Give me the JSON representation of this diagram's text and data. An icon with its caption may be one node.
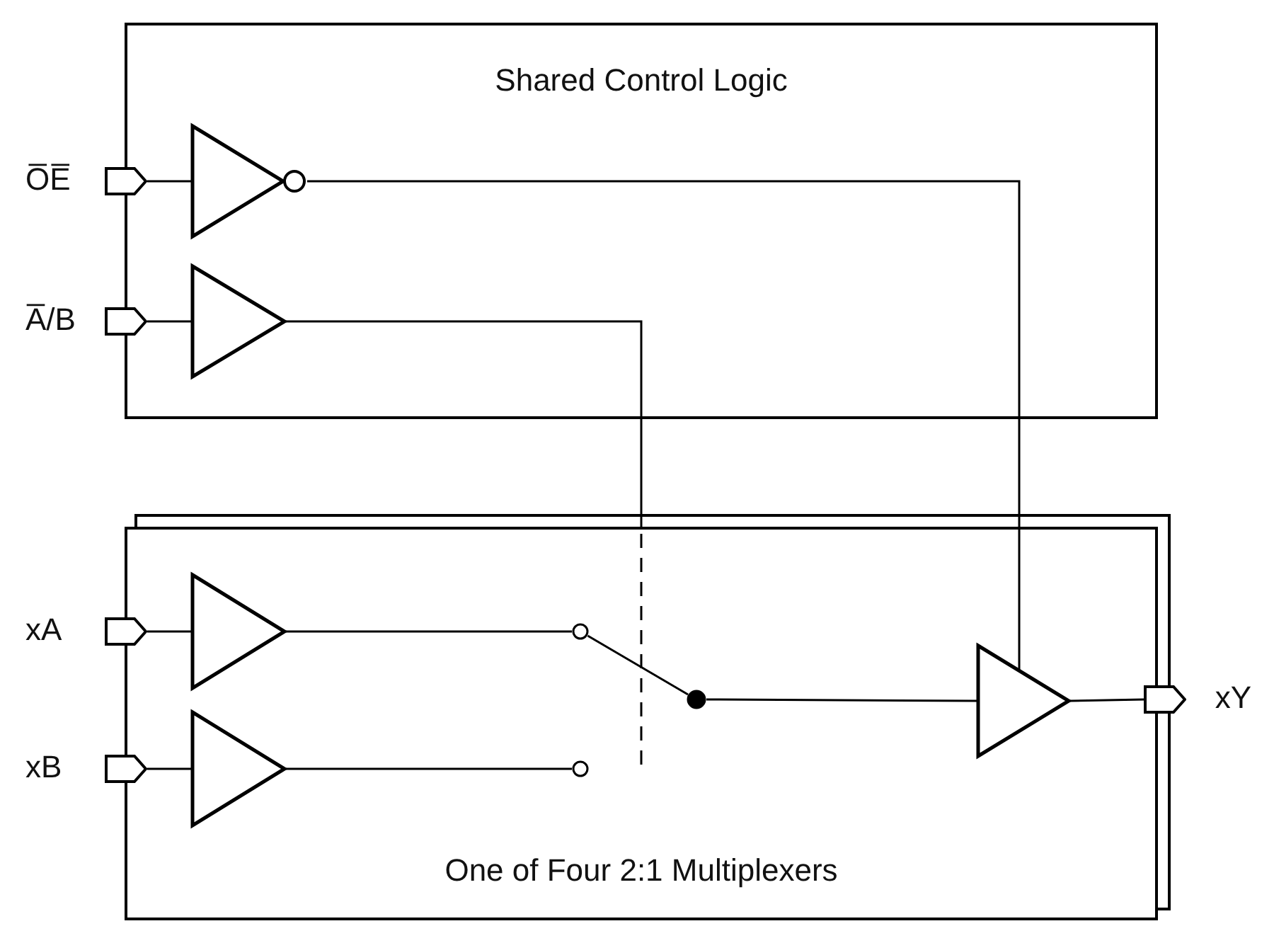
{
  "diagram": {
    "nodes": [
      {
        "text": [
          "Shared Control Logic"
        ]
      },
      {
        "text": [
          "O̅E̅"
        ]
      },
      {
        "text": [
          "A̅/B"
        ]
      },
      {
        "text": [],
        "shape": "triangle",
        "in": 0
      },
      {
        "text": [],
        "shape": "triangle",
        "in": 0
      },
      {
        "text": [
          "One of Four 2:1 Multiplexers"
        ]
      },
      {
        "text": [
          "xA"
        ]
      },
      {
        "text": [
          "xB"
        ]
      },
      {
        "text": [],
        "shape": "triangle",
        "in": 5
      },
      {
        "text": [],
        "shape": "triangle",
        "in": 5
      },
      {
        "text": [],
        "shape": "circle",
        "in": 5
      },
      {
        "text": [],
        "shape": "circle",
        "in": 5
      },
      {
        "text": [],
        "shape": "circle",
        "in": 5
      },
      {
        "text": [],
        "shape": "triangle",
        "in": 5
      },
      {
        "text": [
          "xY"
        ]
      }
    ],
    "edges": [
      {
        "from": 1,
        "to": 3,
        "arrow": "none"
      },
      {
        "from": 2,
        "to": 4,
        "arrow": "none"
      },
      {
        "from": 3,
        "to": 13,
        "arrow": "none"
      },
      {
        "from": 4,
        "to": null,
        "arrow": "none",
        "style": "dashed"
      },
      {
        "from": 6,
        "to": 8,
        "arrow": "none"
      },
      {
        "from": 7,
        "to": 9,
        "arrow": "none"
      },
      {
        "from": 8,
        "to": 10,
        "arrow": "none"
      },
      {
        "from": 9,
        "to": 11,
        "arrow": "none"
      },
      {
        "from": 12,
        "to": 10,
        "arrow": "none"
      },
      {
        "from": 12,
        "to": 13,
        "arrow": "none"
      },
      {
        "from": 13,
        "to": 14,
        "arrow": "none"
      }
    ]
  }
}
